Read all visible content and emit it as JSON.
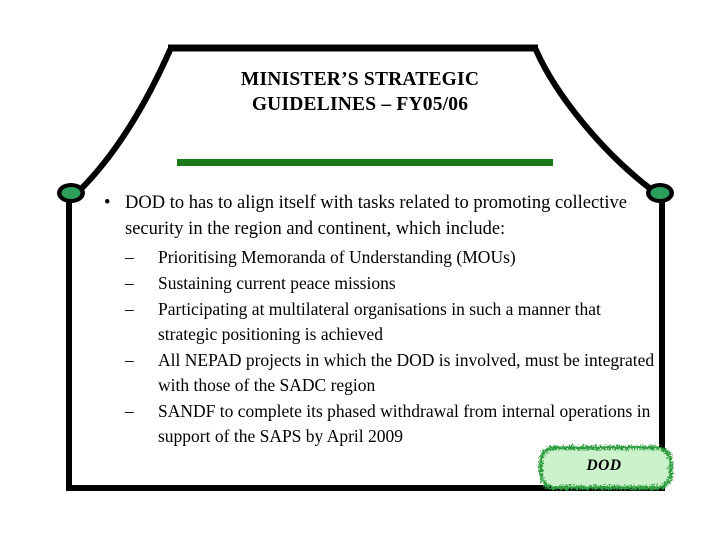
{
  "slide": {
    "title_lines": [
      "MINISTER’S STRATEGIC",
      "GUIDELINES – FY05/06"
    ],
    "divider_color": "#1a7a1a",
    "frame_color": "#000000",
    "accent_dot_color": "#2e9e5b"
  },
  "body": {
    "bullet_marker": "•",
    "sub_marker": "–",
    "main_bullet": "DOD to has to align itself with tasks related to promoting collective security in the region and continent, which include:",
    "sub_bullets": [
      "Prioritising Memoranda of Understanding (MOUs)",
      "Sustaining current peace missions",
      "Participating at multilateral organisations in such a manner that strategic positioning is achieved",
      "All NEPAD projects in which the DOD is involved, must be integrated with those of the SADC region",
      "SANDF to complete its phased withdrawal from internal operations in support of the SAPS by April 2009"
    ]
  },
  "badge": {
    "label": "DOD",
    "fill_color": "#ccf2cc",
    "edge_color": "#2f9e3f"
  }
}
